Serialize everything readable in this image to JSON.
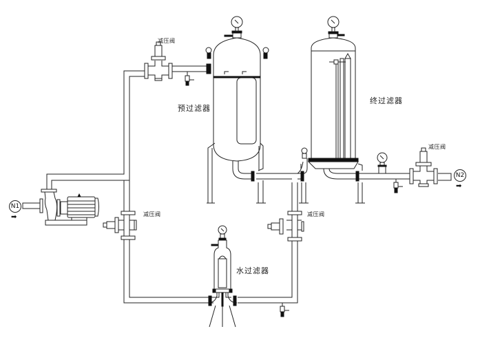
{
  "diagram": {
    "title": "",
    "labels": {
      "prv_top": "减压阀",
      "prv_right": "减压阀",
      "prv_left_bottom": "减压阀",
      "prv_mid_bottom": "减压阀",
      "pre_filter": "预过滤器",
      "final_filter": "终过滤器",
      "water_filter": "水过滤器",
      "inlet_node": "N1",
      "outlet_node": "N2",
      "flow_arrow": "➡"
    },
    "components": [
      {
        "id": "pump",
        "type": "centrifugal-pump-with-motor"
      },
      {
        "id": "prv_top",
        "type": "pressure-reducing-valve",
        "label": "减压阀"
      },
      {
        "id": "pre_filter",
        "type": "vessel-filter",
        "label": "预过滤器"
      },
      {
        "id": "final_filter",
        "type": "vessel-filter",
        "label": "终过滤器"
      },
      {
        "id": "prv_right",
        "type": "pressure-reducing-valve",
        "label": "减压阀"
      },
      {
        "id": "prv_left_bottom",
        "type": "pressure-reducing-valve",
        "label": "减压阀"
      },
      {
        "id": "prv_mid_bottom",
        "type": "pressure-reducing-valve",
        "label": "减压阀"
      },
      {
        "id": "water_filter",
        "type": "cartridge-filter",
        "label": "水过滤器"
      }
    ],
    "connections": [
      [
        "N1",
        "pump"
      ],
      [
        "pump",
        "prv_top"
      ],
      [
        "prv_top",
        "pre_filter"
      ],
      [
        "pre_filter",
        "final_filter"
      ],
      [
        "final_filter",
        "prv_right"
      ],
      [
        "prv_right",
        "N2"
      ],
      [
        "pump",
        "prv_left_bottom"
      ],
      [
        "prv_left_bottom",
        "water_filter"
      ],
      [
        "water_filter",
        "prv_mid_bottom"
      ],
      [
        "prv_mid_bottom",
        "final_filter"
      ]
    ]
  }
}
